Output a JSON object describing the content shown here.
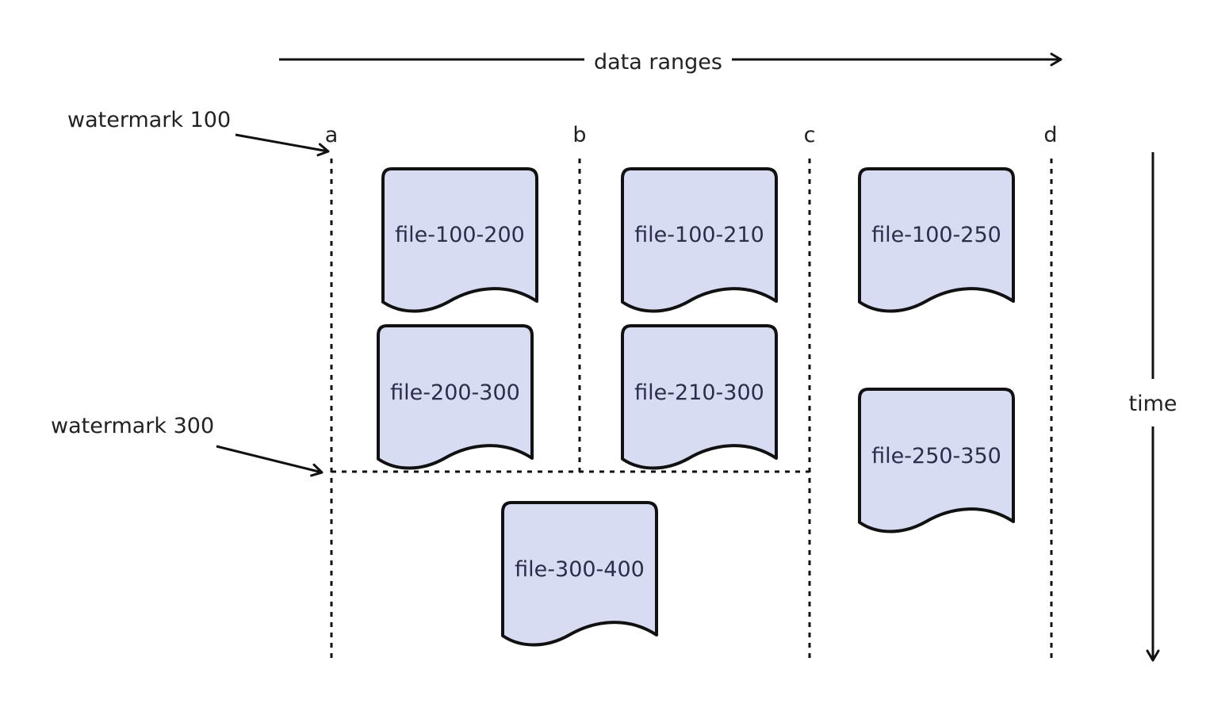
{
  "colors": {
    "file_fill": "#d8dcf3",
    "stroke": "#111111",
    "text": "#222222"
  },
  "axes": {
    "x_label": "data ranges",
    "y_label": "time"
  },
  "boundaries": {
    "a": "a",
    "b": "b",
    "c": "c",
    "d": "d"
  },
  "watermarks": {
    "wm100": "watermark 100",
    "wm300": "watermark 300"
  },
  "files": {
    "f100_200": "file-100-200",
    "f100_210": "file-100-210",
    "f100_250": "file-100-250",
    "f200_300": "file-200-300",
    "f210_300": "file-210-300",
    "f250_350": "file-250-350",
    "f300_400": "file-300-400"
  }
}
